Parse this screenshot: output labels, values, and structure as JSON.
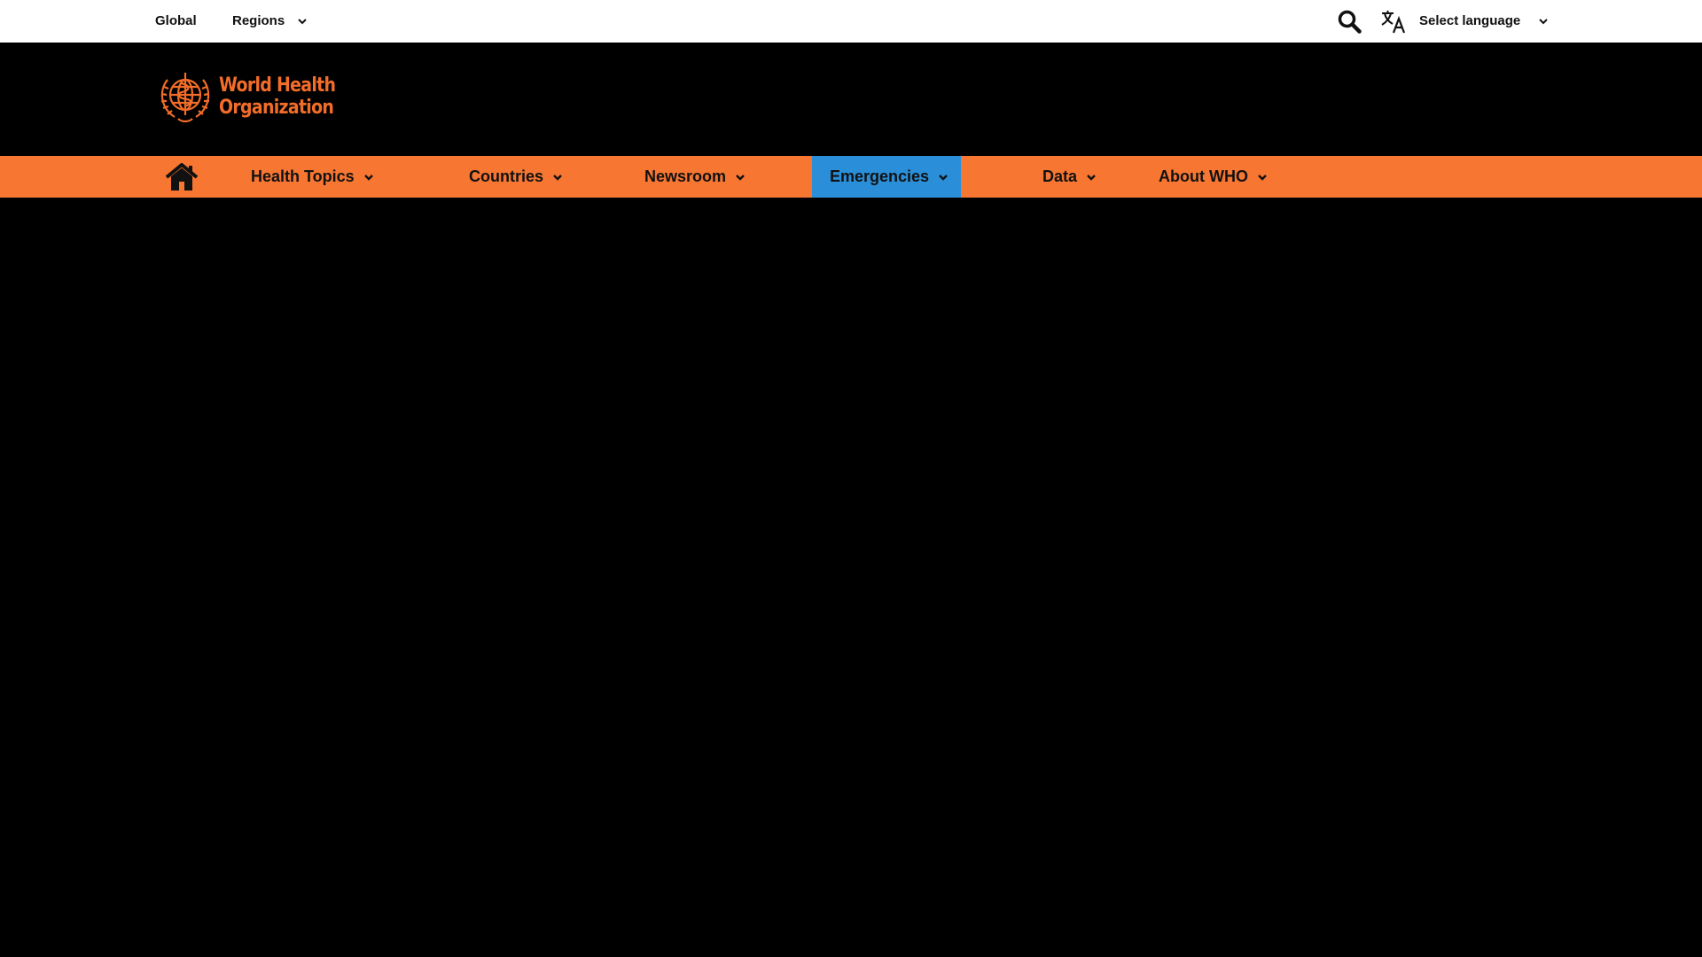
{
  "topbar": {
    "global_label": "Global",
    "regions_label": "Regions",
    "language_label": "Select language"
  },
  "logo": {
    "line1": "World Health",
    "line2": "Organization",
    "color": "#f26d29"
  },
  "nav": {
    "items": [
      {
        "label": "Health Topics"
      },
      {
        "label": "Countries"
      },
      {
        "label": "Newsroom"
      },
      {
        "label": "Emergencies",
        "active": true
      },
      {
        "label": "Data"
      },
      {
        "label": "About WHO"
      }
    ],
    "background": "#f77632",
    "active_background": "#2a8fd8"
  },
  "icons": {
    "home": "home-icon",
    "search": "search-icon",
    "translate": "translate-icon",
    "chevron": "chevron-down-icon"
  }
}
